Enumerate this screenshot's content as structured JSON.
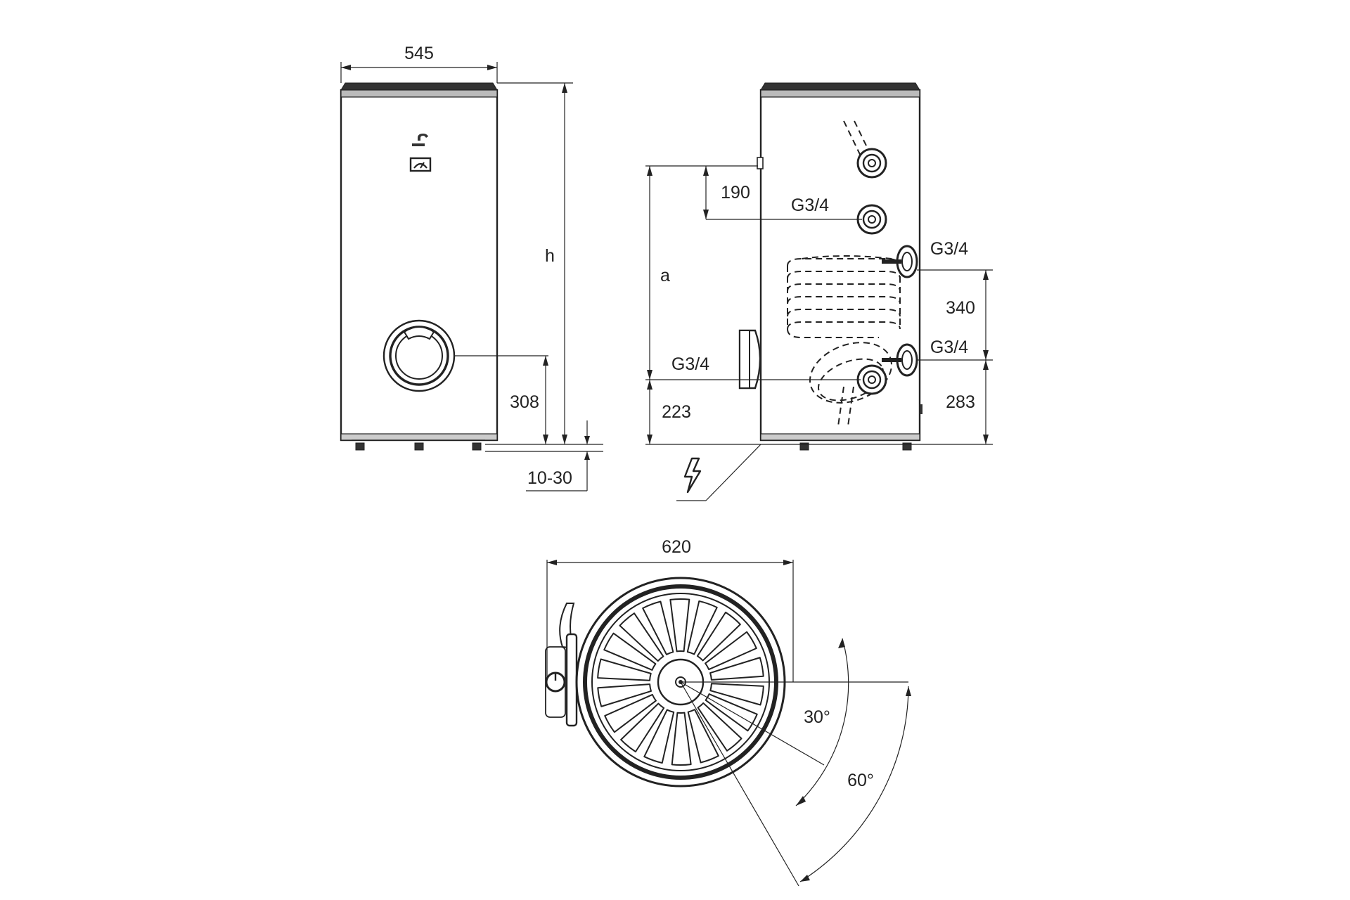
{
  "front_view": {
    "width_label": "545",
    "height_label": "h",
    "flange_height_label": "308",
    "feet_label": "10-30"
  },
  "side_view": {
    "a_label": "a",
    "d190_label": "190",
    "conn_top_label": "G3/4",
    "conn_coil_top_label": "G3/4",
    "d340_label": "340",
    "conn_coil_bottom_label": "G3/4",
    "conn_cold_label": "G3/4",
    "d223_label": "223",
    "d283_label": "283"
  },
  "top_view": {
    "diameter_label": "620",
    "angle_small_label": "30°",
    "angle_large_label": "60°"
  },
  "icons": [
    "tap-icon",
    "thermometer-icon",
    "electric-hazard-icon"
  ],
  "colors": {
    "line": "#222222",
    "background": "#ffffff"
  }
}
